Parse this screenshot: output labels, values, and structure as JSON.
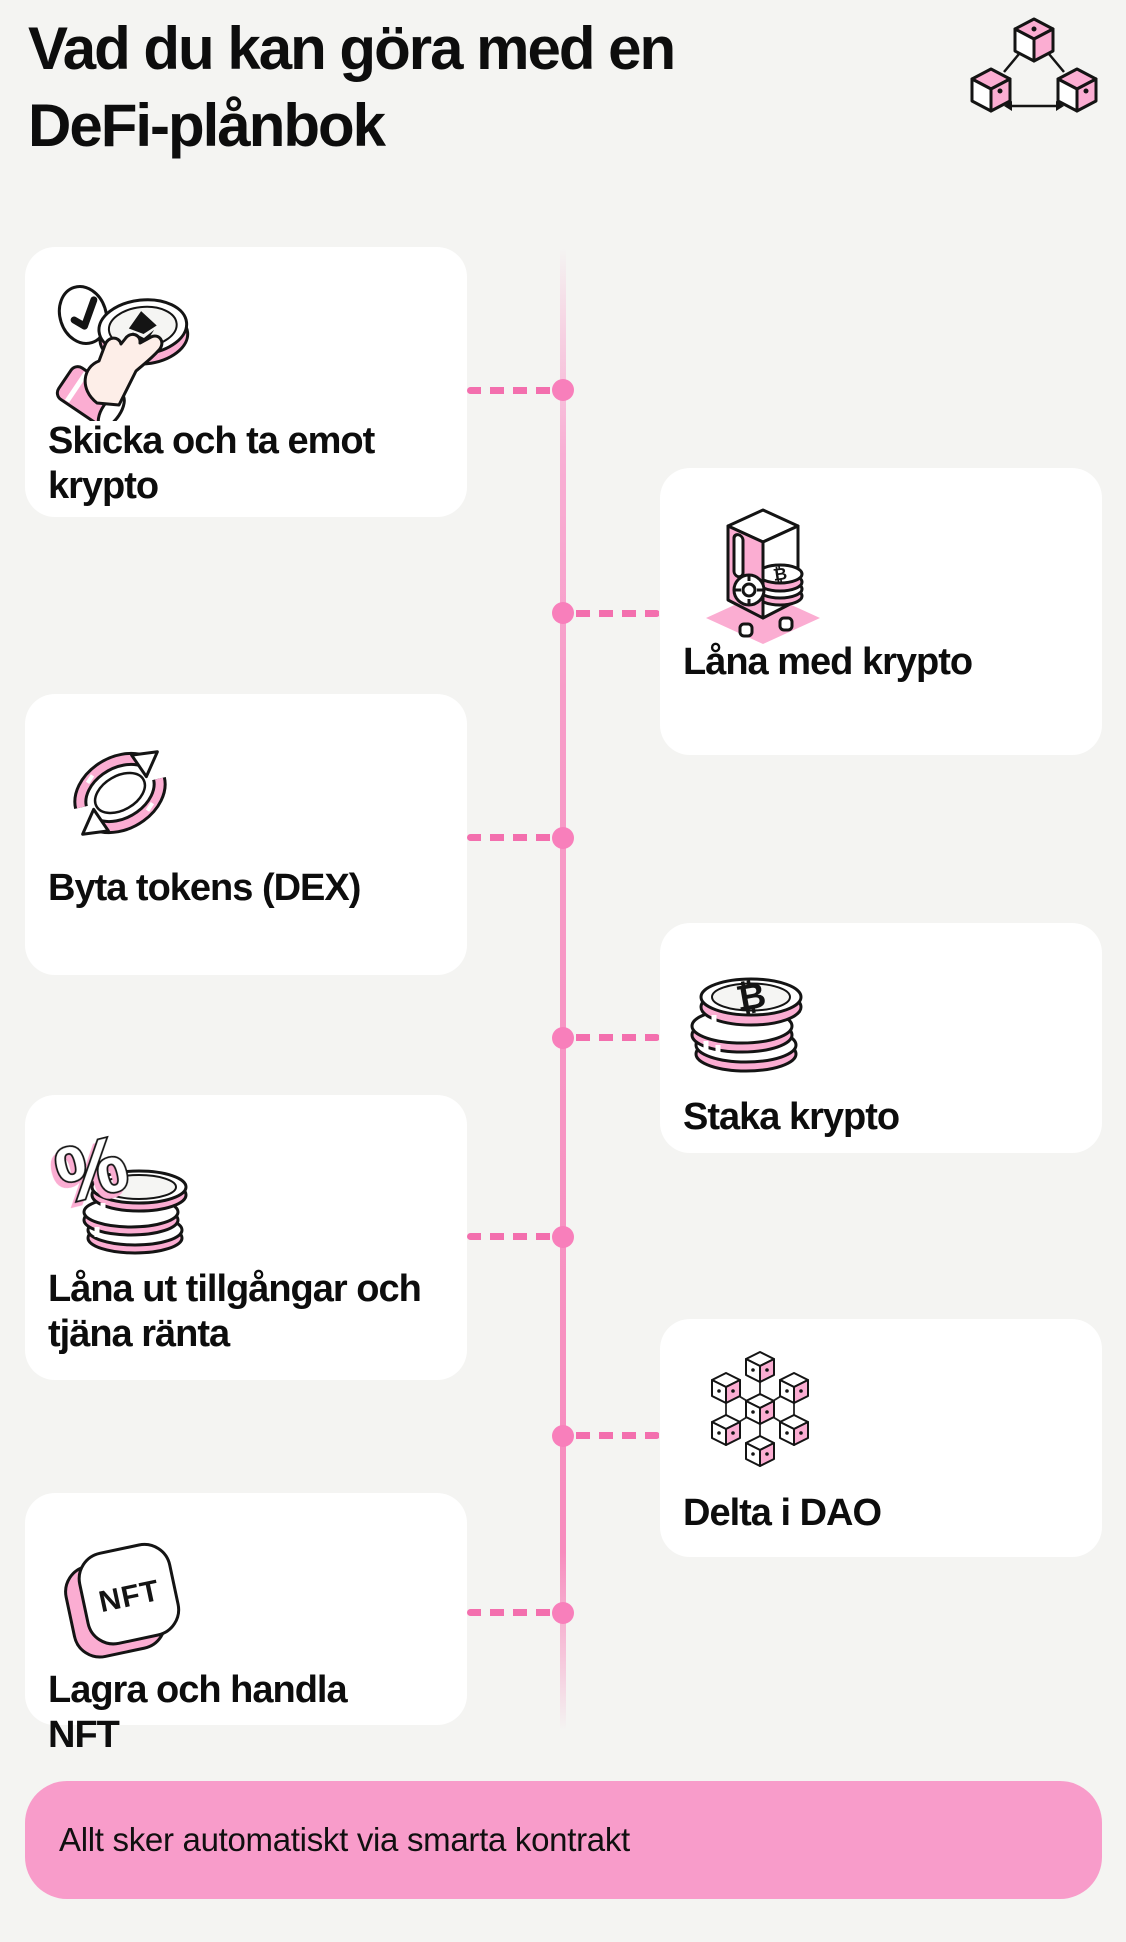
{
  "title": {
    "line1": "Vad du kan göra med en",
    "line2": "DeFi-plånbok"
  },
  "cards": [
    {
      "title": "Skicka och ta emot krypto",
      "side": "left",
      "icon": "hand-holding-coin"
    },
    {
      "title": "Låna med krypto",
      "side": "right",
      "icon": "crypto-safe",
      "icon_symbol": "₿"
    },
    {
      "title": "Byta tokens (DEX)",
      "side": "left",
      "icon": "swap-arrows"
    },
    {
      "title": "Staka krypto",
      "side": "right",
      "icon": "coin-stack",
      "icon_symbol": "₿"
    },
    {
      "title": "Låna ut tillgångar och tjäna ränta",
      "side": "left",
      "icon": "percent-coins",
      "icon_symbol": "%"
    },
    {
      "title": "Delta i DAO",
      "side": "right",
      "icon": "cube-network"
    },
    {
      "title": "Lagra och handla NFT",
      "side": "left",
      "icon": "nft-box",
      "icon_text": "NFT"
    }
  ],
  "banner": {
    "text": "Allt sker automatiskt via smarta kontrakt"
  },
  "colors": {
    "background": "#f4f4f2",
    "card": "#ffffff",
    "pink_fill": "#fbadd2",
    "pink_dash": "#f36fae",
    "pink_dot": "#f87fbb",
    "pink_banner": "#f89cca",
    "outline": "#141414",
    "text": "#0d0d0d"
  }
}
